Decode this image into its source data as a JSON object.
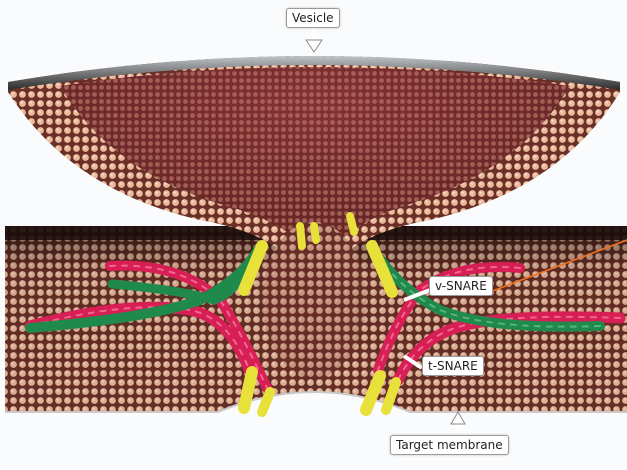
{
  "labels": {
    "vesicle": "Vesicle",
    "v_snare": "v-SNARE",
    "t_snare": "t-SNARE",
    "target_membrane": "Target membrane"
  },
  "colors": {
    "bead": "#e8b898",
    "membrane_dark": "#5a2a22",
    "vesicle_inner": "#7a2e32",
    "v_snare": "#1f8a4c",
    "t_snare": "#d81f55",
    "helix_end": "#e8e13a",
    "pointer": "#f07020"
  }
}
